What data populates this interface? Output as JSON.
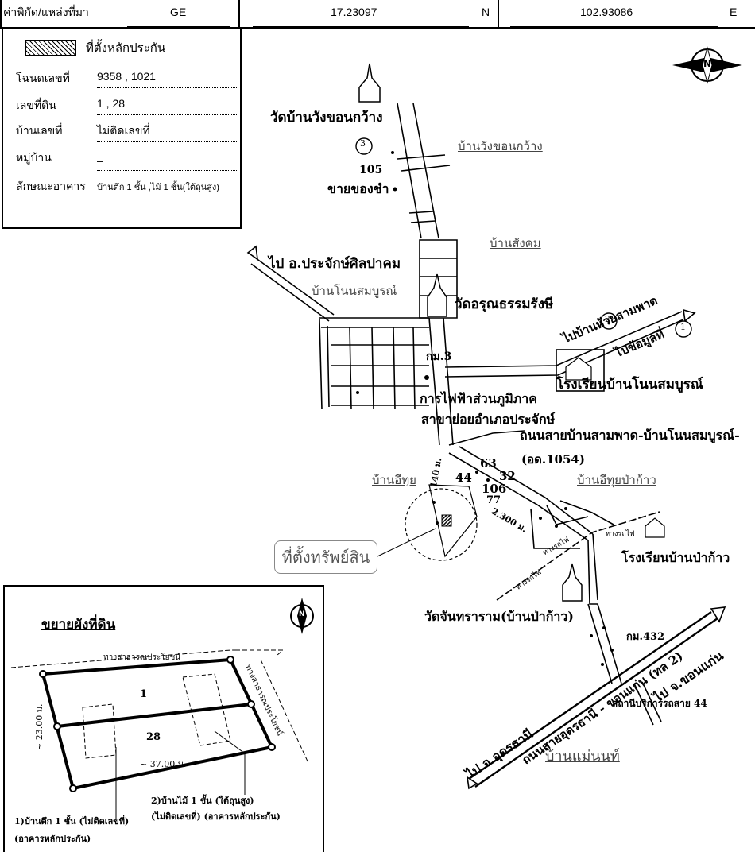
{
  "header": {
    "label": "ค่าพิกัด/แหล่งที่มา",
    "source": "GE",
    "lat": "17.23097",
    "lat_dir": "N",
    "lon": "102.93086",
    "lon_dir": "E"
  },
  "legend": {
    "hatch_label": "ที่ตั้งหลักประกัน",
    "rows": [
      {
        "label": "โฉนดเลขที่",
        "value": "9358 , 1021"
      },
      {
        "label": "เลขที่ดิน",
        "value": "1 , 28"
      },
      {
        "label": "บ้านเลขที่",
        "value": "ไม่ติดเลขที่"
      },
      {
        "label": "หมู่บ้าน",
        "value": "–"
      },
      {
        "label": "ลักษณะอาคาร",
        "value": "บ้านตึก 1 ชั้น ,ไม้ 1 ชั้น(ใต้ถุนสูง)"
      }
    ]
  },
  "map": {
    "labels": {
      "wat_wang": "วัดบ้านวังขอนกว้าง",
      "ban_wang": "บ้านวังขอนกว้าง",
      "num105": "105",
      "shop": "ขายของชำ",
      "ban_sangkhom": "บ้านสังคม",
      "to_prachak": "ไป อ.ประจักษ์ศิลปาคม",
      "ban_nonsomboon": "บ้านโนนสมบูรณ์",
      "wat_arun": "วัดอรุณธรรมรังษี",
      "to_huaisam": "ไปบ้านห้วยสามพาด",
      "to_chomuli": "ไปข้อมูลที่",
      "km3": "กม.3",
      "school_non": "โรงเรียนบ้านโนนสมบูรณ์",
      "pea1": "การไฟฟ้าส่วนภูมิภาค",
      "pea2": "สาขาย่อยอำเภอประจักษ์",
      "road1": "ถนนสายบ้านสามพาด-บ้านโนนสมบูรณ์-",
      "road1b": "(อด.1054)",
      "n63": "63",
      "n44": "44",
      "n32": "32",
      "n106": "106",
      "n77": "77",
      "ban_ithui": "บ้านอีทุย",
      "ban_ithui_pa": "บ้านอีทุยป่าก้าว",
      "dist140": "140 ม.",
      "dist2300": "2,300 ม.",
      "property": "ที่ตั้งทรัพย์สิน",
      "school_pa": "โรงเรียนบ้านป่าก้าว",
      "wat_chan": "วัดจันทราราม(บ้านป่าก้าว)",
      "rail1": "ทางรถไฟ",
      "rail2": "ทางรถไฟ",
      "rail3": "ทางรถไฟ",
      "km432": "กม.432",
      "highway": "ถนนสายอุดรธานี - ขอนแก่น (ทล 2)",
      "to_khonkaen": "ไป จ.ขอนแก่น",
      "to_udon": "ไป จ.อุดรธานี",
      "station": "สถานีบริการรถสาย 44",
      "ban_maenon": "บ้านแม่นนท์",
      "circle1": "1",
      "circle2": "2",
      "circle3": "3",
      "compass_n": "N"
    }
  },
  "inset": {
    "title": "ขยายผังที่ดิน",
    "road_top": "ทางสาธารณประโยชน์",
    "road_right": "ทางสาธารณประโยชน์",
    "lot1": "1",
    "lot28": "28",
    "dim_w": "~ 37.00 ม.",
    "dim_h": "~ 23.00 ม.",
    "note1a": "1)บ้านตึก 1 ชั้น (ไม่ติดเลขที่)",
    "note1b": "(อาคารหลักประกัน)",
    "note2a": "2)บ้านไม้ 1 ชั้น (ใต้ถุนสูง)",
    "note2b": "(ไม่ติดเลขที่) (อาคารหลักประกัน)",
    "compass_n": "N"
  }
}
